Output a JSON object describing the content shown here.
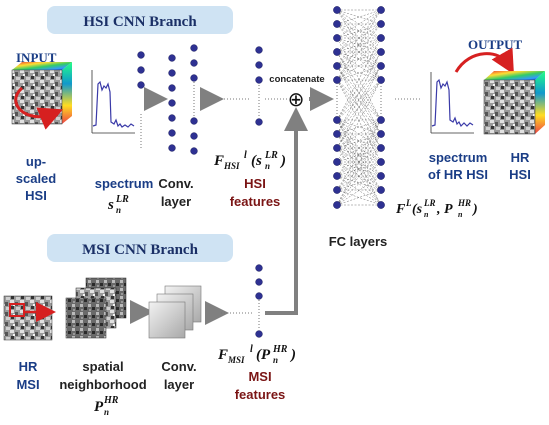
{
  "hsi_branch": {
    "title": "HSI CNN Branch",
    "input_label": "INPUT",
    "input_caption": [
      "up-",
      "scaled",
      "HSI"
    ],
    "spectrum_label": "spectrum",
    "spectrum_symbol": "s",
    "spectrum_sup": "LR",
    "spectrum_sub": "n",
    "conv_label": [
      "Conv.",
      "layer"
    ],
    "feature_symbol": "F",
    "feature_sub": "HSI",
    "feature_sup": "l",
    "feature_arg": "(s",
    "feature_arg_sup": "LR",
    "feature_arg_sub": "n",
    "feature_close": ")",
    "features_label": [
      "HSI",
      "features"
    ]
  },
  "msi_branch": {
    "title": "MSI CNN Branch",
    "input_caption": [
      "HR",
      "MSI"
    ],
    "spatial_label": [
      "spatial",
      "neighborhood"
    ],
    "patch_symbol": "P",
    "patch_sup": "HR",
    "patch_sub": "n",
    "conv_label": [
      "Conv.",
      "layer"
    ],
    "feature_symbol": "F",
    "feature_sub": "MSI",
    "feature_sup": "l",
    "feature_arg": "(P",
    "feature_arg_sup": "HR",
    "feature_arg_sub": "n",
    "feature_close": ")",
    "features_label": [
      "MSI",
      "features"
    ]
  },
  "fusion": {
    "concat_label": "concatenate",
    "concat_symbol": "⊕",
    "fc_label": "FC layers",
    "output_func": "F",
    "output_func_sup": "L",
    "output_args": "(s",
    "output_args_sup1": "LR",
    "output_args_sub1": "n",
    "output_args_mid": ", P",
    "output_args_sup2": "HR",
    "output_args_sub2": "n",
    "output_args_close": ")"
  },
  "output": {
    "label": "OUTPUT",
    "spectrum_caption": [
      "spectrum",
      "of HR HSI"
    ],
    "hr_caption": [
      "HR",
      "HSI"
    ]
  },
  "icons": {
    "cube_icon": "hyperspectral-cube-icon",
    "spectrum_plot_icon": "spectrum-plot-icon",
    "curved_arrow_icon": "red-curved-arrow-icon"
  },
  "colors": {
    "node": "#2e3192",
    "arrow": "#808080",
    "branch_box": "#cfe3f3",
    "caption_blue": "#1a3d86",
    "feature_red": "#7a1414",
    "curve_blue": "#3a3aa8",
    "curved_arrow": "#d62020"
  }
}
